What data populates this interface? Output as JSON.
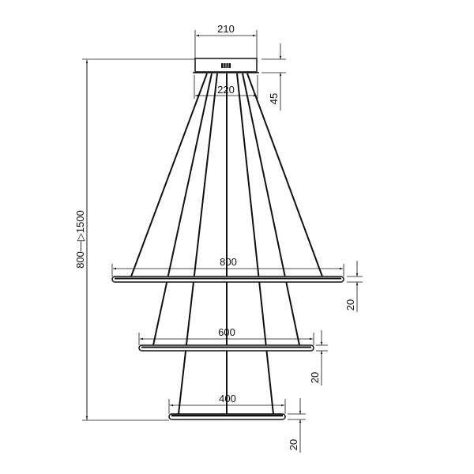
{
  "drawing": {
    "subject": "three-ring LED pendant chandelier",
    "line_color": "#111111",
    "dimensions": {
      "canopy_width": "210",
      "canopy_height": "45",
      "cable_spread": "220",
      "overall_height": "800—▷1500",
      "ring_large_diameter": "800",
      "ring_large_thickness": "20",
      "ring_medium_diameter": "600",
      "ring_medium_thickness": "20",
      "ring_small_diameter": "400",
      "ring_small_thickness": "20"
    }
  }
}
